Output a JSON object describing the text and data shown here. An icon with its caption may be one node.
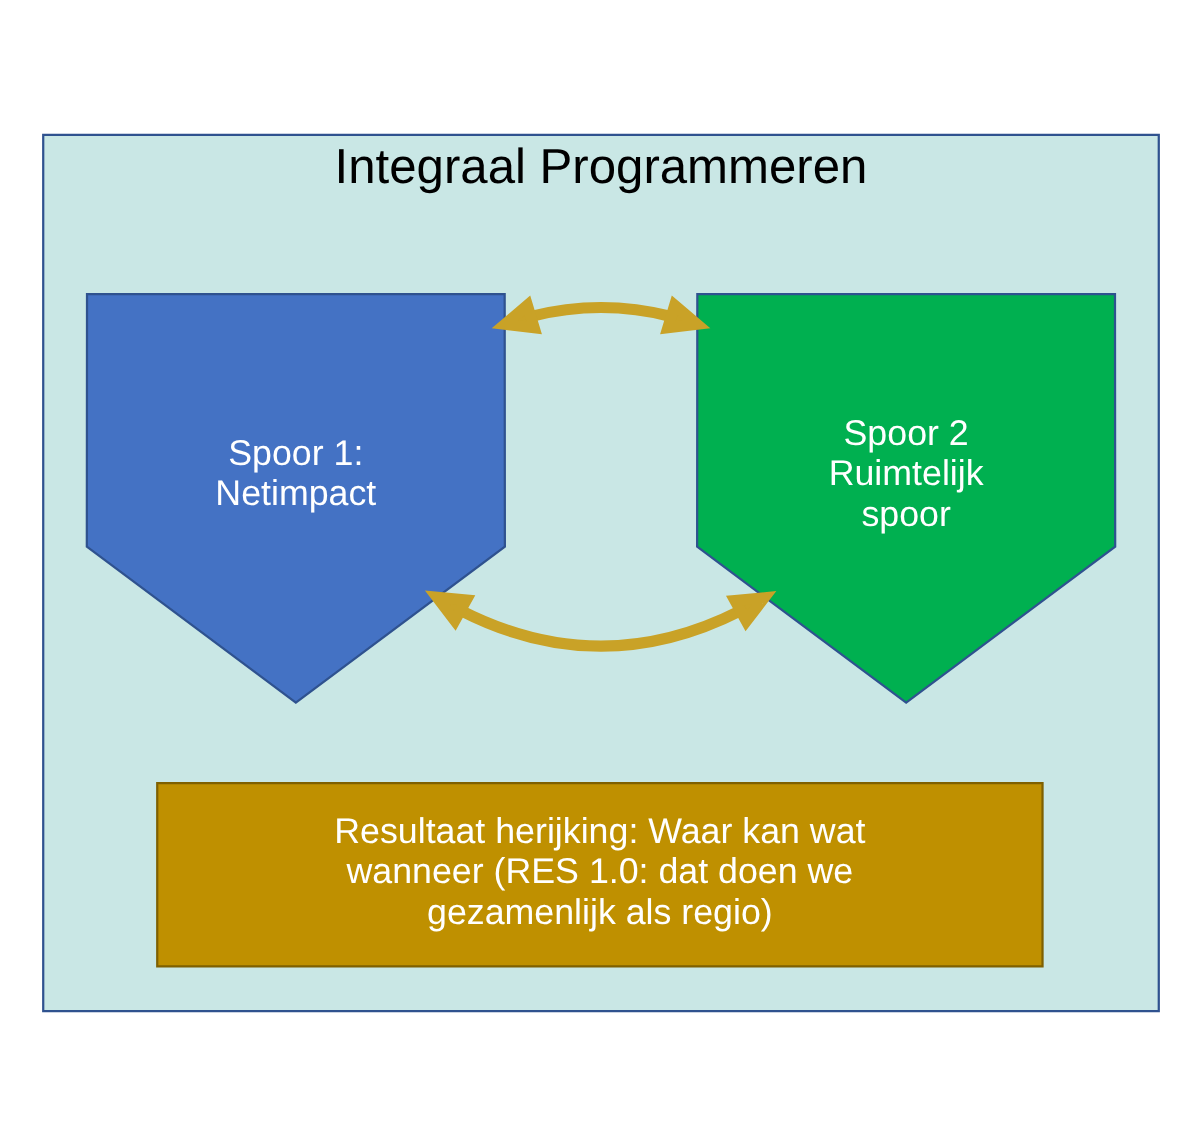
{
  "diagram": {
    "nodes": [
      {
        "text": [
          "Integraal Programmeren"
        ]
      },
      {
        "text": [
          "Spoor 1: Netimpact"
        ],
        "in": 0
      },
      {
        "text": [
          "Spoor 2 Ruimtelijk spoor"
        ],
        "in": 0
      },
      {
        "text": [
          "Resultaat herijking: Waar kan wat wanneer (RES 1.0: dat doen we gezamenlijk als regio)"
        ],
        "in": 0
      }
    ],
    "edges": [
      {
        "from": 1,
        "to": 2,
        "arrow": "both"
      },
      {
        "from": 1,
        "to": 2,
        "arrow": "both"
      }
    ]
  }
}
